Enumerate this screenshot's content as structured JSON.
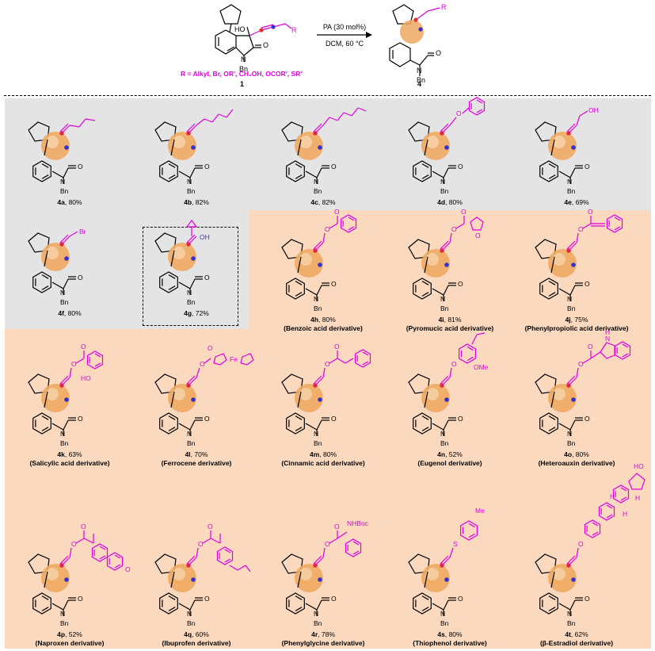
{
  "header": {
    "reagent": "PA (30 mol%)",
    "conditions": "DCM, 60 °C",
    "r_definition": "R = Alkyl, Br, OR', CH₂OH, OCOR', SR'",
    "start_label": "1",
    "product_label": "4",
    "start_atoms": {
      "ho": "HO",
      "o": "O",
      "n": "N",
      "bn": "Bn",
      "r": "R"
    },
    "product_atoms": {
      "o": "O",
      "n": "N",
      "bn": "Bn",
      "r": "R"
    }
  },
  "core_atoms": {
    "o": "O",
    "n": "N",
    "bn": "Bn"
  },
  "colors": {
    "magenta": "#e000e0",
    "gray_bg": "#e4e4e4",
    "peach_bg": "#fbd9bf",
    "ball": "#f0a860",
    "blue_dot": "#3333cc",
    "red_dot": "#e03030"
  },
  "compounds": [
    {
      "id": "4a",
      "yield": "80%",
      "derivative": "",
      "subst": "propyl",
      "sub_text": []
    },
    {
      "id": "4b",
      "yield": "82%",
      "derivative": "",
      "subst": "pentyl",
      "sub_text": []
    },
    {
      "id": "4c",
      "yield": "82%",
      "derivative": "",
      "subst": "hexyl",
      "sub_text": []
    },
    {
      "id": "4d",
      "yield": "80%",
      "derivative": "",
      "subst": "phenoxy",
      "sub_text": [
        "O"
      ]
    },
    {
      "id": "4e",
      "yield": "69%",
      "derivative": "",
      "subst": "hydroxy",
      "sub_text": [
        "OH"
      ]
    },
    {
      "id": "4f",
      "yield": "80%",
      "derivative": "",
      "subst": "bromo",
      "sub_text": [
        "Br"
      ]
    },
    {
      "id": "4g",
      "yield": "72%",
      "derivative": "",
      "subst": "cyclopropyl",
      "sub_text": [
        "OH"
      ]
    },
    {
      "id": "4h",
      "yield": "80%",
      "derivative": "(Benzoic acid derivative)",
      "subst": "benzoate",
      "sub_text": [
        "O",
        "O"
      ]
    },
    {
      "id": "4i",
      "yield": "81%",
      "derivative": "(Pyromucic acid derivative)",
      "subst": "furoate",
      "sub_text": [
        "O",
        "O",
        "O"
      ]
    },
    {
      "id": "4j",
      "yield": "75%",
      "derivative": "(Phenylpropiolic acid derivative)",
      "subst": "propiolate",
      "sub_text": [
        "O",
        "O"
      ]
    },
    {
      "id": "4k",
      "yield": "63%",
      "derivative": "(Salicylic acid derivative)",
      "subst": "salicylate",
      "sub_text": [
        "O",
        "O",
        "HO"
      ]
    },
    {
      "id": "4l",
      "yield": "70%",
      "derivative": "(Ferrocene derivative)",
      "subst": "ferrocene",
      "sub_text": [
        "O",
        "O",
        "Fe"
      ]
    },
    {
      "id": "4m",
      "yield": "80%",
      "derivative": "(Cinnamic acid derivative)",
      "subst": "cinnamate",
      "sub_text": [
        "O",
        "O"
      ]
    },
    {
      "id": "4n",
      "yield": "52%",
      "derivative": "(Eugenol derivative)",
      "subst": "eugenol",
      "sub_text": [
        "O",
        "OMe"
      ]
    },
    {
      "id": "4o",
      "yield": "80%",
      "derivative": "(Heteroauxin derivative)",
      "subst": "indole",
      "sub_text": [
        "O",
        "O",
        "H",
        "N"
      ]
    },
    {
      "id": "4p",
      "yield": "52%",
      "derivative": "(Naproxen derivative)",
      "subst": "naproxen",
      "sub_text": [
        "O",
        "O",
        "O"
      ]
    },
    {
      "id": "4q",
      "yield": "60%",
      "derivative": "(Ibuprofen derivative)",
      "subst": "ibuprofen",
      "sub_text": [
        "O",
        "O"
      ]
    },
    {
      "id": "4r",
      "yield": "78%",
      "derivative": "(Phenylglycine derivative)",
      "subst": "glycine",
      "sub_text": [
        "O",
        "O",
        "NHBoc"
      ]
    },
    {
      "id": "4s",
      "yield": "80%",
      "derivative": "(Thiophenol derivative)",
      "subst": "thiophenol",
      "sub_text": [
        "S",
        "Me"
      ]
    },
    {
      "id": "4t",
      "yield": "62%",
      "derivative": "(β-Estradiol derivative)",
      "subst": "estradiol",
      "sub_text": [
        "O",
        "HO",
        "H",
        "H",
        "H"
      ]
    }
  ]
}
